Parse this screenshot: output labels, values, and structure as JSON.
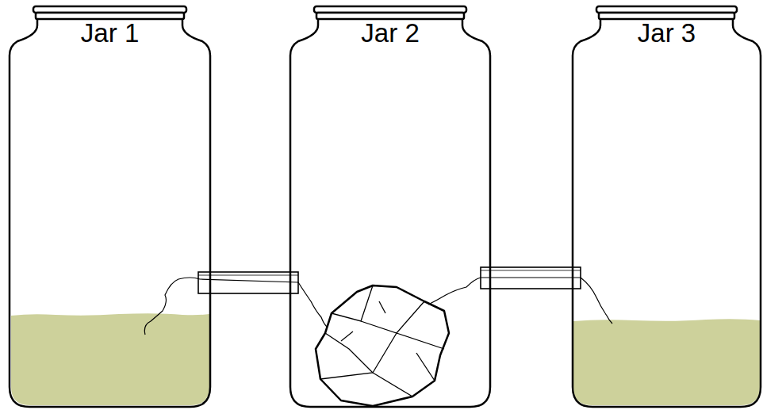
{
  "diagram": {
    "nodes": [
      {
        "text": [
          "Jar 1"
        ]
      },
      {
        "text": [
          "Jar 2"
        ]
      },
      {
        "text": [
          "Jar 3"
        ]
      }
    ],
    "edges": [
      {
        "from": 0,
        "to": 1,
        "arrow": "none"
      },
      {
        "from": 1,
        "to": 2,
        "arrow": "none"
      }
    ]
  }
}
